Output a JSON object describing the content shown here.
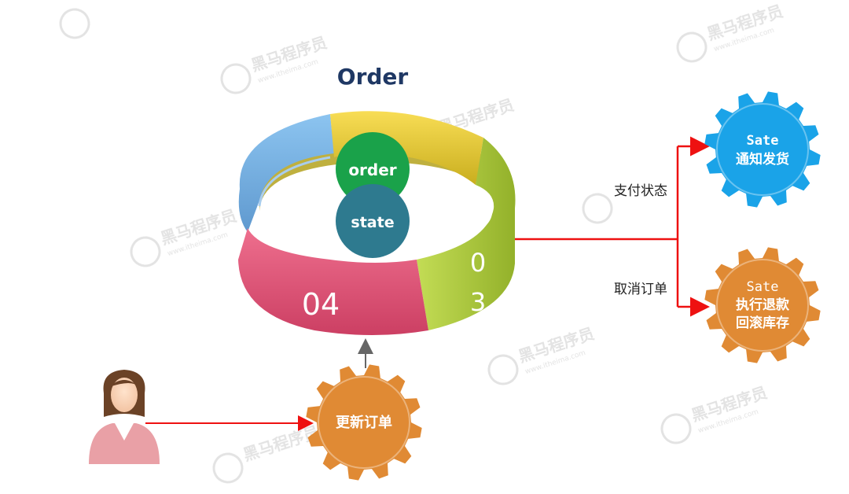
{
  "title": "Order",
  "ring": {
    "center_top": "order",
    "center_bottom": "state",
    "segment_labels": {
      "front": "04",
      "right_top": "0",
      "right_bottom": "3"
    }
  },
  "gears": {
    "notify": {
      "line1": "Sate",
      "line2": "通知发货",
      "color": "#1aa3e8"
    },
    "rollback": {
      "line1": "Sate",
      "line2": "执行退款",
      "line3": "回滚库存",
      "color": "#e08a34"
    },
    "update": {
      "label": "更新订单",
      "color": "#e08a34"
    }
  },
  "edges": {
    "pay_state": "支付状态",
    "cancel_order": "取消订单"
  },
  "watermark": {
    "text": "黑马程序员",
    "url": "www.itheima.com"
  },
  "colors": {
    "arrow": "#ee1111",
    "ring_blue": "#7db4e6",
    "ring_yellow": "#f2d44a",
    "ring_green": "#b5d33d",
    "ring_pink": "#e2587a"
  }
}
